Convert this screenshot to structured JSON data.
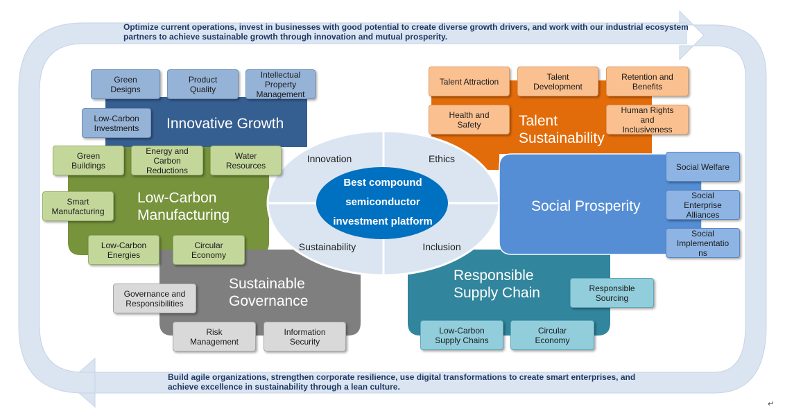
{
  "mission_top": "Optimize current operations, invest in businesses with good potential to create diverse growth drivers, and work with our industrial ecosystem partners to achieve sustainable growth through innovation and mutual prosperity.",
  "mission_bottom": "Build agile organizations, strengthen corporate resilience, use digital transformations to create smart enterprises, and achieve excellence in sustainability through a lean culture.",
  "core": "Best compound\nsemiconductor\ninvestment platform",
  "pillars": {
    "innovation": "Innovation",
    "ethics": "Ethics",
    "sustainability": "Sustainability",
    "inclusion": "Inclusion"
  },
  "innovative_growth": {
    "title": "Innovative Growth",
    "items": [
      "Green\nDesigns",
      "Product\nQuality",
      "Intellectual\nProperty\nManagement",
      "Low-Carbon\nInvestments"
    ]
  },
  "low_carbon_manufacturing": {
    "title": "Low-Carbon\nManufacturing",
    "items": [
      "Green\nBuildings",
      "Energy and\nCarbon\nReductions",
      "Water\nResources",
      "Smart\nManufacturing",
      "Low-Carbon\nEnergies",
      "Circular\nEconomy"
    ]
  },
  "sustainable_governance": {
    "title": "Sustainable\nGovernance",
    "items": [
      "Governance and\nResponsibilities",
      "Risk\nManagement",
      "Information\nSecurity"
    ]
  },
  "talent_sustainability": {
    "title": "Talent\nSustainability",
    "items": [
      "Talent Attraction",
      "Talent\nDevelopment",
      "Retention and\nBenefits",
      "Health and\nSafety",
      "Human Rights\nand\nInclusiveness"
    ]
  },
  "social_prosperity": {
    "title": "Social Prosperity",
    "items": [
      "Social Welfare",
      "Social\nEnterprise\nAlliances",
      "Social\nImplementatio\nns"
    ]
  },
  "responsible_supply_chain": {
    "title": "Responsible\nSupply Chain",
    "items": [
      "Responsible\nSourcing",
      "Low-Carbon\nSupply Chains",
      "Circular\nEconomy"
    ]
  },
  "return_mark": "↵",
  "colors": {
    "arrow": "#dbe5f1",
    "innovative_growth": "#365f91",
    "low_carbon_manufacturing": "#77933c",
    "sustainable_governance": "#7f7f7f",
    "talent_sustainability": "#e36c0a",
    "social_prosperity": "#558ed5",
    "responsible_supply_chain": "#31859c",
    "core": "#0070c0",
    "oval": "#dbe5f1"
  }
}
